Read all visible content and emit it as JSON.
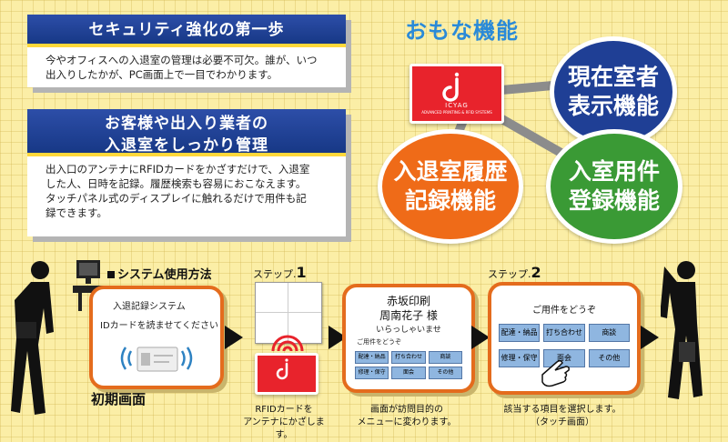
{
  "box1": {
    "title": "セキュリティ強化の第一歩",
    "lines": [
      "今やオフィスへの入退室の管理は必要不可欠。誰が、いつ",
      "出入りしたかが、PC画面上で一目でわかります。"
    ]
  },
  "box2": {
    "title_line1": "お客様や出入り業者の",
    "title_line2": "入退室をしっかり管理",
    "lines": [
      "出入口のアンテナにRFIDカードをかざすだけで、入退室",
      "した人、日時を記録。履歴検索も容易におこなえます。",
      "タッチパネル式のディスプレイに触れるだけで用件も記",
      "録できます。"
    ]
  },
  "features": {
    "heading": "おもな機能",
    "card_brand": "ICYAG",
    "card_tagline": "ADVANCED PRINTING & RFID SYSTEMS",
    "present": {
      "line1": "現在室者",
      "line2": "表示機能"
    },
    "history": {
      "line1": "入退室履歴",
      "line2": "記録機能"
    },
    "purpose": {
      "line1": "入室用件",
      "line2": "登録機能"
    }
  },
  "flow": {
    "method_label": "システム使用方法",
    "initial_label": "初期画面",
    "initial_screen": {
      "line1": "入退記録システム",
      "line2": "IDカードを読ませてください"
    },
    "step1_prefix": "ステップ.",
    "step1_num": "1",
    "step1_caption": [
      "RFIDカードを",
      "アンテナにかざします。"
    ],
    "greet_screen": {
      "company": "赤坂印刷",
      "name": "周南花子 様",
      "welcome": "いらっしゃいませ",
      "prompt": "ご用件をどうぞ"
    },
    "menu_items": [
      "配達・納品",
      "打ち合わせ",
      "商談",
      "修理・保守",
      "面会",
      "その他"
    ],
    "greet_caption": [
      "画面が訪問目的の",
      "メニューに変わります。"
    ],
    "step2_prefix": "ステップ.",
    "step2_num": "2",
    "select_screen": {
      "prompt": "ご用件をどうぞ"
    },
    "step2_caption": [
      "該当する項目を選択します。",
      "（タッチ画面）"
    ]
  },
  "colors": {
    "blue": "#1f3f95",
    "orange": "#ef6b18",
    "green": "#3a9a35",
    "red": "#e8232c",
    "yellow": "#ffd83a"
  }
}
